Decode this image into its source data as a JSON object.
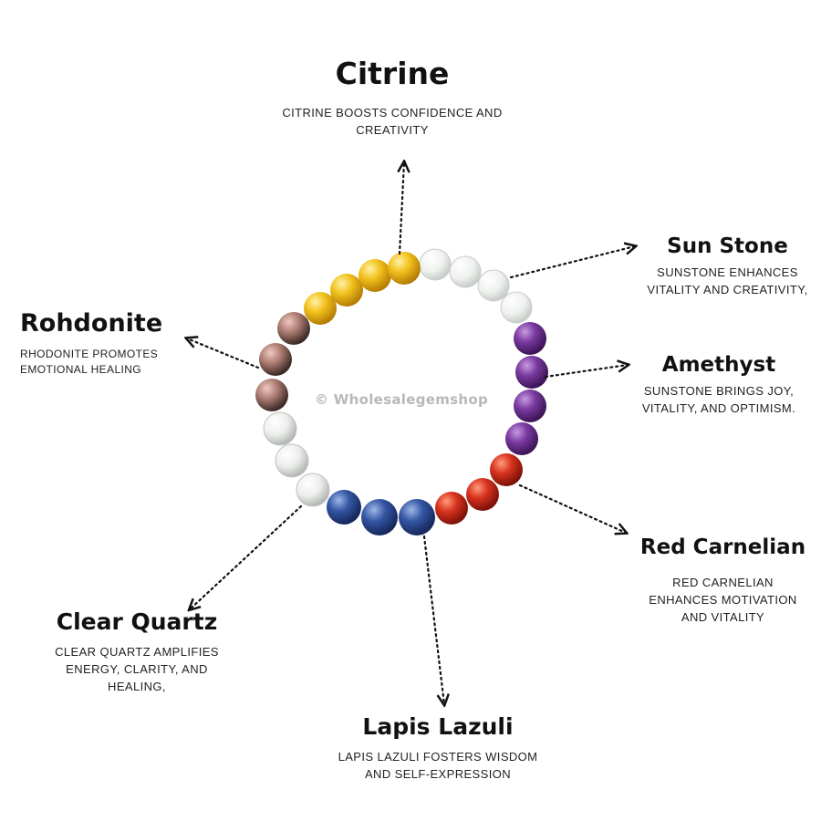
{
  "watermark": "© Wholesalegemshop",
  "stones": {
    "citrine": {
      "name": "Citrine",
      "desc": [
        "CITRINE BOOSTS CONFIDENCE AND",
        "CREATIVITY"
      ]
    },
    "sun_stone": {
      "name": "Sun Stone",
      "desc": [
        "SUNSTONE ENHANCES",
        "VITALITY AND CREATIVITY,"
      ]
    },
    "amethyst": {
      "name": "Amethyst",
      "desc": [
        "SUNSTONE BRINGS JOY,",
        "VITALITY, AND OPTIMISM."
      ]
    },
    "red_carnelian": {
      "name": "Red Carnelian",
      "desc": [
        "RED CARNELIAN",
        "ENHANCES MOTIVATION",
        "AND VITALITY"
      ]
    },
    "lapis_lazuli": {
      "name": "Lapis Lazuli",
      "desc": [
        "LAPIS LAZULI FOSTERS WISDOM",
        "AND SELF-EXPRESSION"
      ]
    },
    "clear_quartz": {
      "name": "Clear Quartz",
      "desc": [
        "CLEAR QUARTZ AMPLIFIES",
        "ENERGY, CLARITY, AND",
        "HEALING,"
      ]
    },
    "rohdonite": {
      "name": "Rohdonite",
      "desc": [
        "RHODONITE PROMOTES",
        "EMOTIONAL HEALING"
      ]
    }
  },
  "colors": {
    "citrine": "#e8b10c",
    "moonstone": "#eef0ee",
    "amethyst": "#6a2f8c",
    "carnelian": "#c3281a",
    "lapis": "#2f4f9a",
    "clear_quartz": "#e4e6e4",
    "rhodonite": "#9a6f66"
  }
}
